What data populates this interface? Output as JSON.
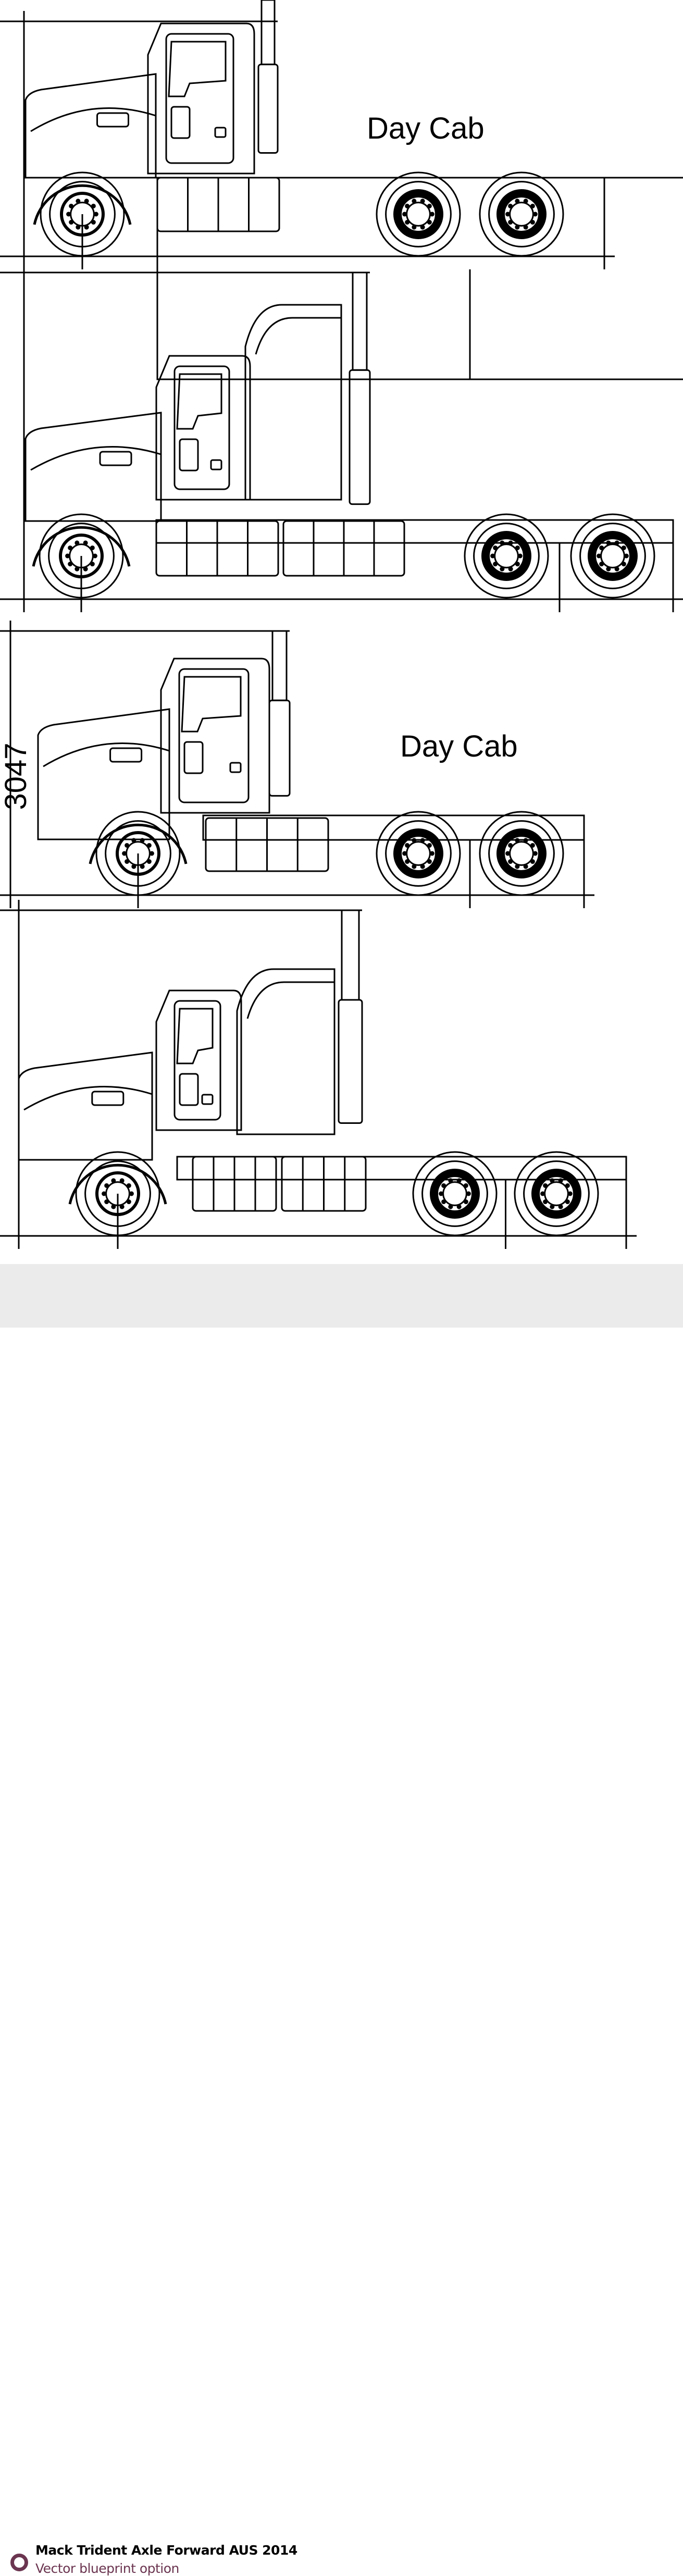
{
  "drawings": [
    {
      "variant": "day-cab",
      "label": "Day Cab"
    },
    {
      "variant": "sleeper",
      "label": ""
    },
    {
      "variant": "day-cab",
      "label": "Day Cab",
      "dimension": "3047"
    },
    {
      "variant": "sleeper",
      "label": ""
    }
  ],
  "caption": {
    "title": "Mack Trident Axle Forward AUS 2014",
    "subtitle": "Vector blueprint option",
    "icon": "ring-icon",
    "accent_color": "#6b3550"
  }
}
